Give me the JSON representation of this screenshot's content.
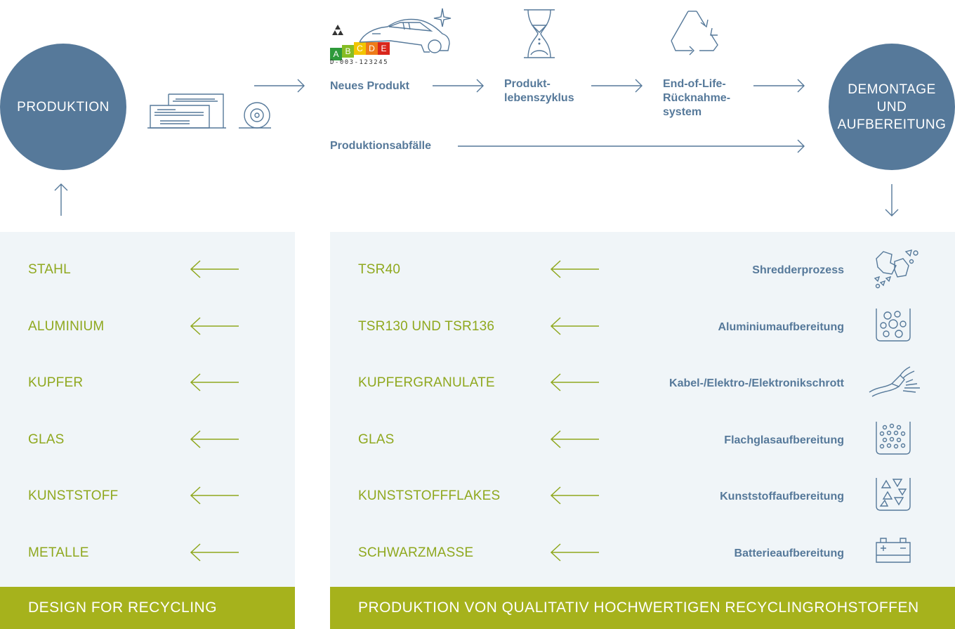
{
  "circles": {
    "production": "PRODUKTION",
    "dismantling": "DEMONTAGE\nUND\nAUFBEREITUNG"
  },
  "label": {
    "abcde": [
      "A",
      "B",
      "C",
      "D",
      "E"
    ],
    "abcde_colors": [
      "#2e9a3b",
      "#86bd24",
      "#f2c500",
      "#ee7b1a",
      "#d9261c"
    ],
    "code": "D-003-123245"
  },
  "flow": {
    "new_product": "Neues Produkt",
    "lifecycle": "Produkt-\nlebenszyklus",
    "eol": "End-of-Life-\nRücknahme-\nsystem",
    "production_waste": "Produktionsabfälle"
  },
  "left_panel": {
    "items": [
      "STAHL",
      "ALUMINIUM",
      "KUPFER",
      "GLAS",
      "KUNSTSTOFF",
      "METALLE"
    ],
    "footer": "DESIGN FOR RECYCLING"
  },
  "right_panel": {
    "materials": [
      "TSR40",
      "TSR130 UND TSR136",
      "KUPFERGRANULATE",
      "GLAS",
      "KUNSTSTOFFFLAKES",
      "SCHWARZMASSE"
    ],
    "processes": [
      "Shredderprozess",
      "Aluminiumaufbereitung",
      "Kabel-/Elektro-/Elektronikschrott",
      "Flachglasaufbereitung",
      "Kunststoffaufbereitung",
      "Batterieaufbereitung"
    ],
    "footer": "PRODUKTION VON QUALITATIV HOCHWERTIGEN RECYCLINGROHSTOFFEN"
  },
  "icons": {
    "factory": "factory-icon",
    "car": "car-icon",
    "hourglass": "hourglass-icon",
    "recycle": "recycle-icon",
    "shredder": "shredder-icon",
    "aluminium": "aluminium-granules-icon",
    "cable": "cable-icon",
    "glass": "glass-granules-icon",
    "plastic": "plastic-flakes-icon",
    "battery": "battery-icon"
  },
  "colors": {
    "blue": "#56799a",
    "green": "#a6b21c",
    "green_text": "#8fa81e",
    "panel": "#f0f5f8"
  }
}
